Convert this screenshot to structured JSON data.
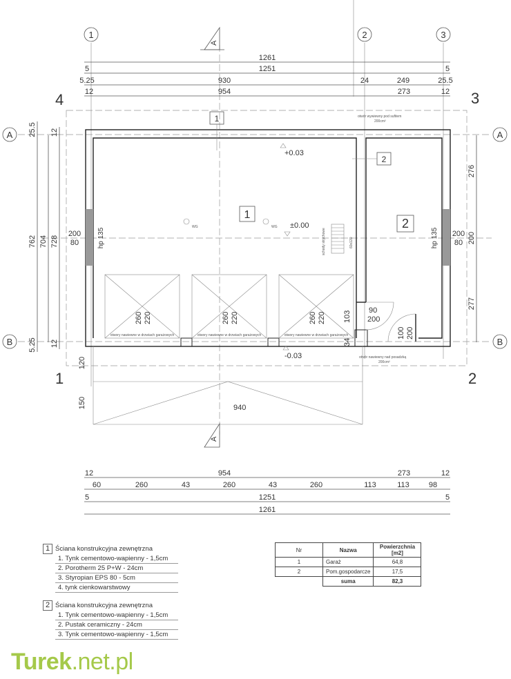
{
  "axes": {
    "col1": "1",
    "col2": "2",
    "col3": "3",
    "rowA": "A",
    "rowB": "B",
    "section": "A"
  },
  "corners": {
    "tl": "4",
    "tr": "3",
    "bl": "1",
    "br": "2"
  },
  "top_dims": {
    "r1": [
      "1261"
    ],
    "r2": [
      "5",
      "1251",
      "5"
    ],
    "r3": [
      "5.25",
      "930",
      "24",
      "249",
      "25.5"
    ],
    "r4": [
      "12",
      "954",
      "273",
      "12"
    ]
  },
  "left_dims": {
    "total": "762",
    "inner": "704",
    "mid": "728",
    "top1": "25.5",
    "top2": "12",
    "bot1": "5.25",
    "bot2": "12",
    "ext": "120",
    "drive": "150"
  },
  "right_dims": {
    "top": "276",
    "win_w": "200",
    "win_h": "80",
    "bottom": "277"
  },
  "windows": {
    "left_w": "200",
    "left_h": "80",
    "sill_left": "hp 135",
    "sill_right": "hp 135"
  },
  "rooms": {
    "r1": "1",
    "r2": "2",
    "wall_tag1": "1",
    "wall_tag2": "2"
  },
  "levels": {
    "top": "+0.03",
    "mid": "±0.00",
    "bottom": "-0.03",
    "wg1": "WG",
    "wg2": "WG"
  },
  "garage_doors": [
    {
      "w": "260",
      "h": "220"
    },
    {
      "w": "260",
      "h": "220"
    },
    {
      "w": "260",
      "h": "220"
    }
  ],
  "doors": {
    "inner_w": "90",
    "inner_h": "200",
    "outer_w": "100",
    "outer_h": "200",
    "jamb": "103",
    "sill": "34"
  },
  "notes": {
    "vent_top": "otwór wywiewny pod sufitem",
    "vent_top_area": "200cm²",
    "vent_bottom": "otwór nawiewny nad posadzką",
    "vent_bottom_area": "200cm²",
    "door_vents": "otwory nawiewne w drzwiach garażowych",
    "stairs": "schody strychowe",
    "stairs_dim": "60x120"
  },
  "drive": {
    "width": "940"
  },
  "bottom_dims": {
    "r1": [
      "12",
      "954",
      "273",
      "12"
    ],
    "r2": [
      "60",
      "260",
      "43",
      "260",
      "43",
      "260",
      "113",
      "113",
      "98"
    ],
    "r3": [
      "5",
      "1251",
      "5"
    ],
    "r4": [
      "1261"
    ]
  },
  "legend1": {
    "num": "1",
    "title": "Ściana konstrukcyjna zewnętrzna",
    "items": [
      "1. Tynk cementowo-wapienny - 1,5cm",
      "2. Porotherm 25 P+W - 24cm",
      "3. Styropian EPS 80 - 5cm",
      "4. tynk cienkowarstwowy"
    ]
  },
  "legend2": {
    "num": "2",
    "title": "Ściana konstrukcyjna zewnętrzna",
    "items": [
      "1. Tynk cementowo-wapienny - 1,5cm",
      "2. Pustak ceramiczny  - 24cm",
      "3. Tynk cementowo-wapienny - 1,5cm"
    ]
  },
  "area_table": {
    "headers": [
      "Nr",
      "Nazwa",
      "Powierzchnia [m2]"
    ],
    "rows": [
      [
        "1",
        "Garaż",
        "64,8"
      ],
      [
        "2",
        "Pom.gospodarcze",
        "17,5"
      ]
    ],
    "sum_label": "suma",
    "sum_value": "82,3"
  },
  "logo": {
    "bold": "Turek",
    "rest": ".net.pl"
  }
}
